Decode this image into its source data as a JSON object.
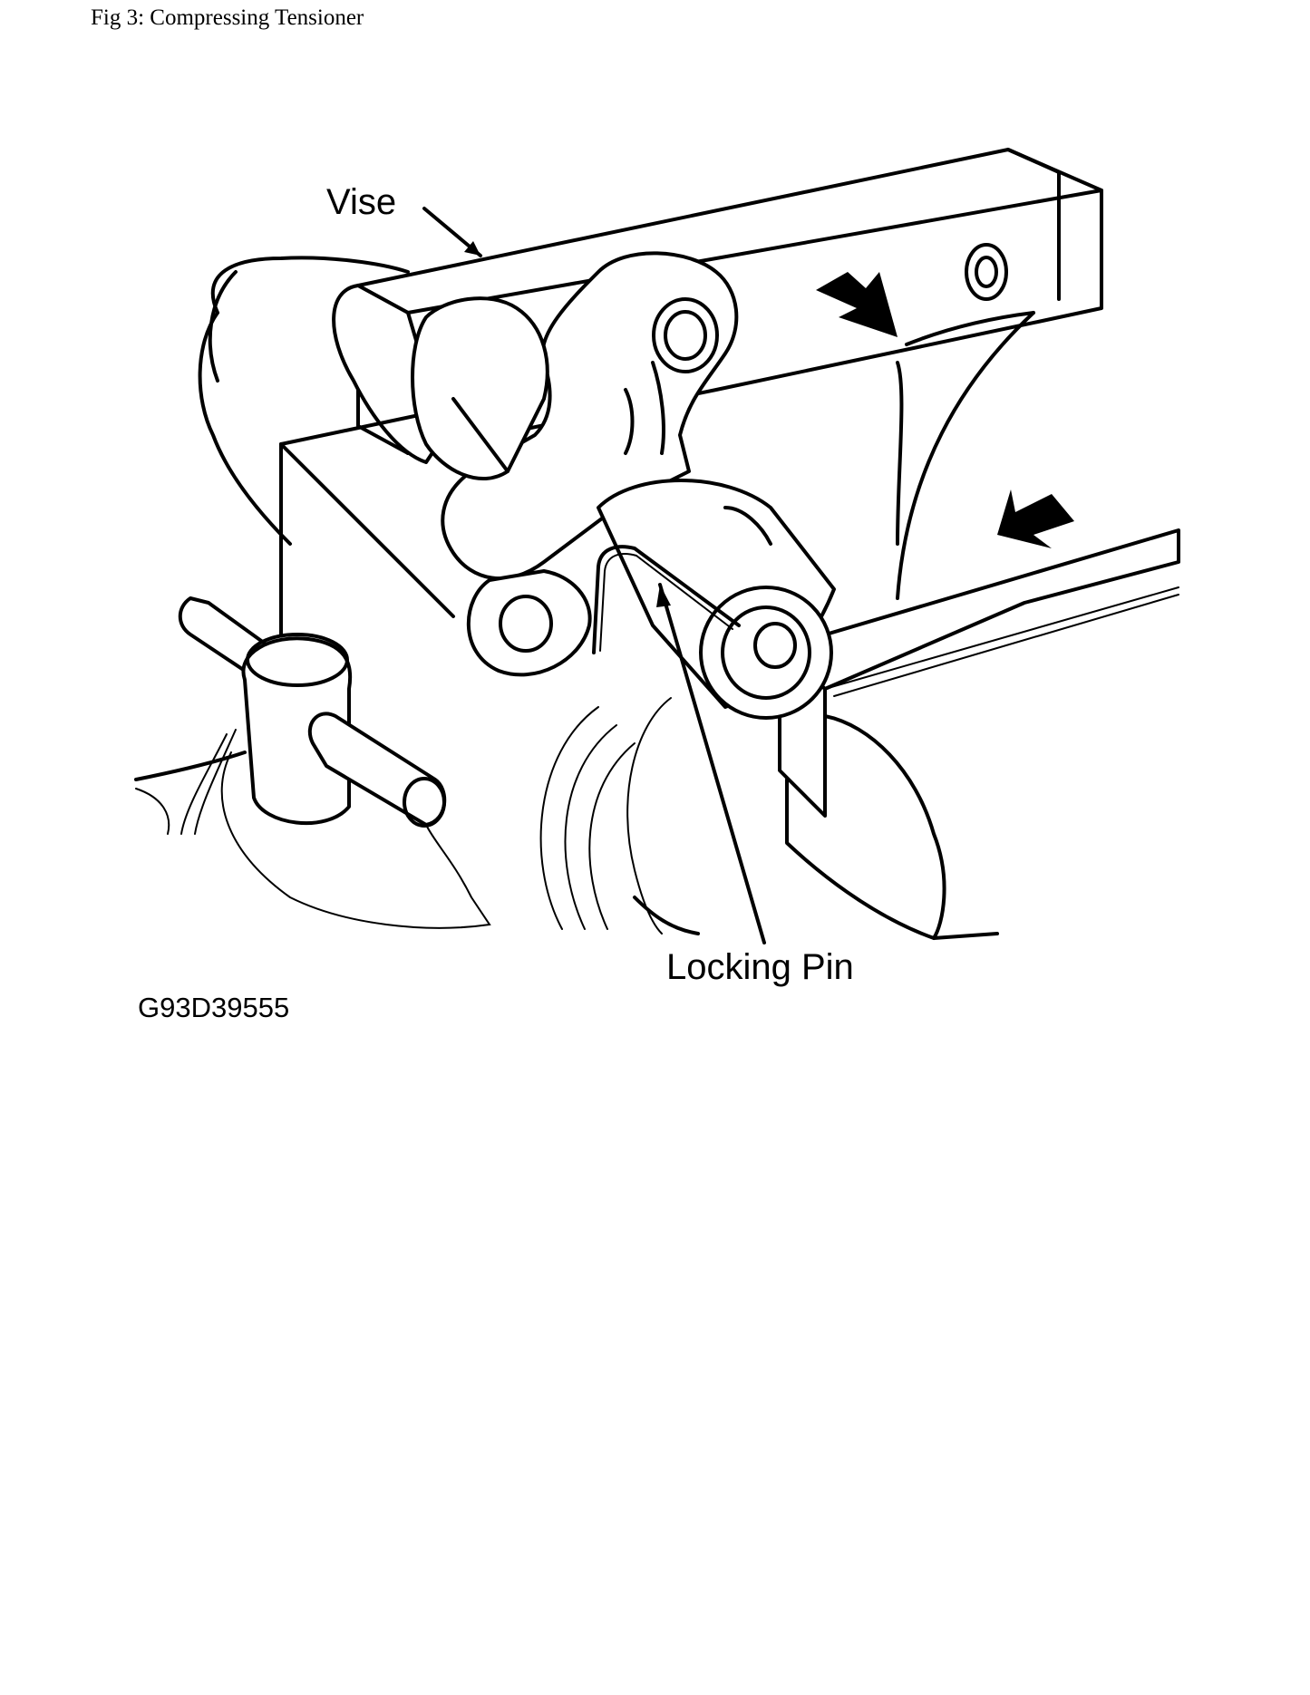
{
  "caption": "Fig 3: Compressing Tensioner",
  "figure": {
    "labels": {
      "vise": "Vise",
      "locking_pin": "Locking Pin",
      "figure_code": "G93D39555"
    }
  }
}
